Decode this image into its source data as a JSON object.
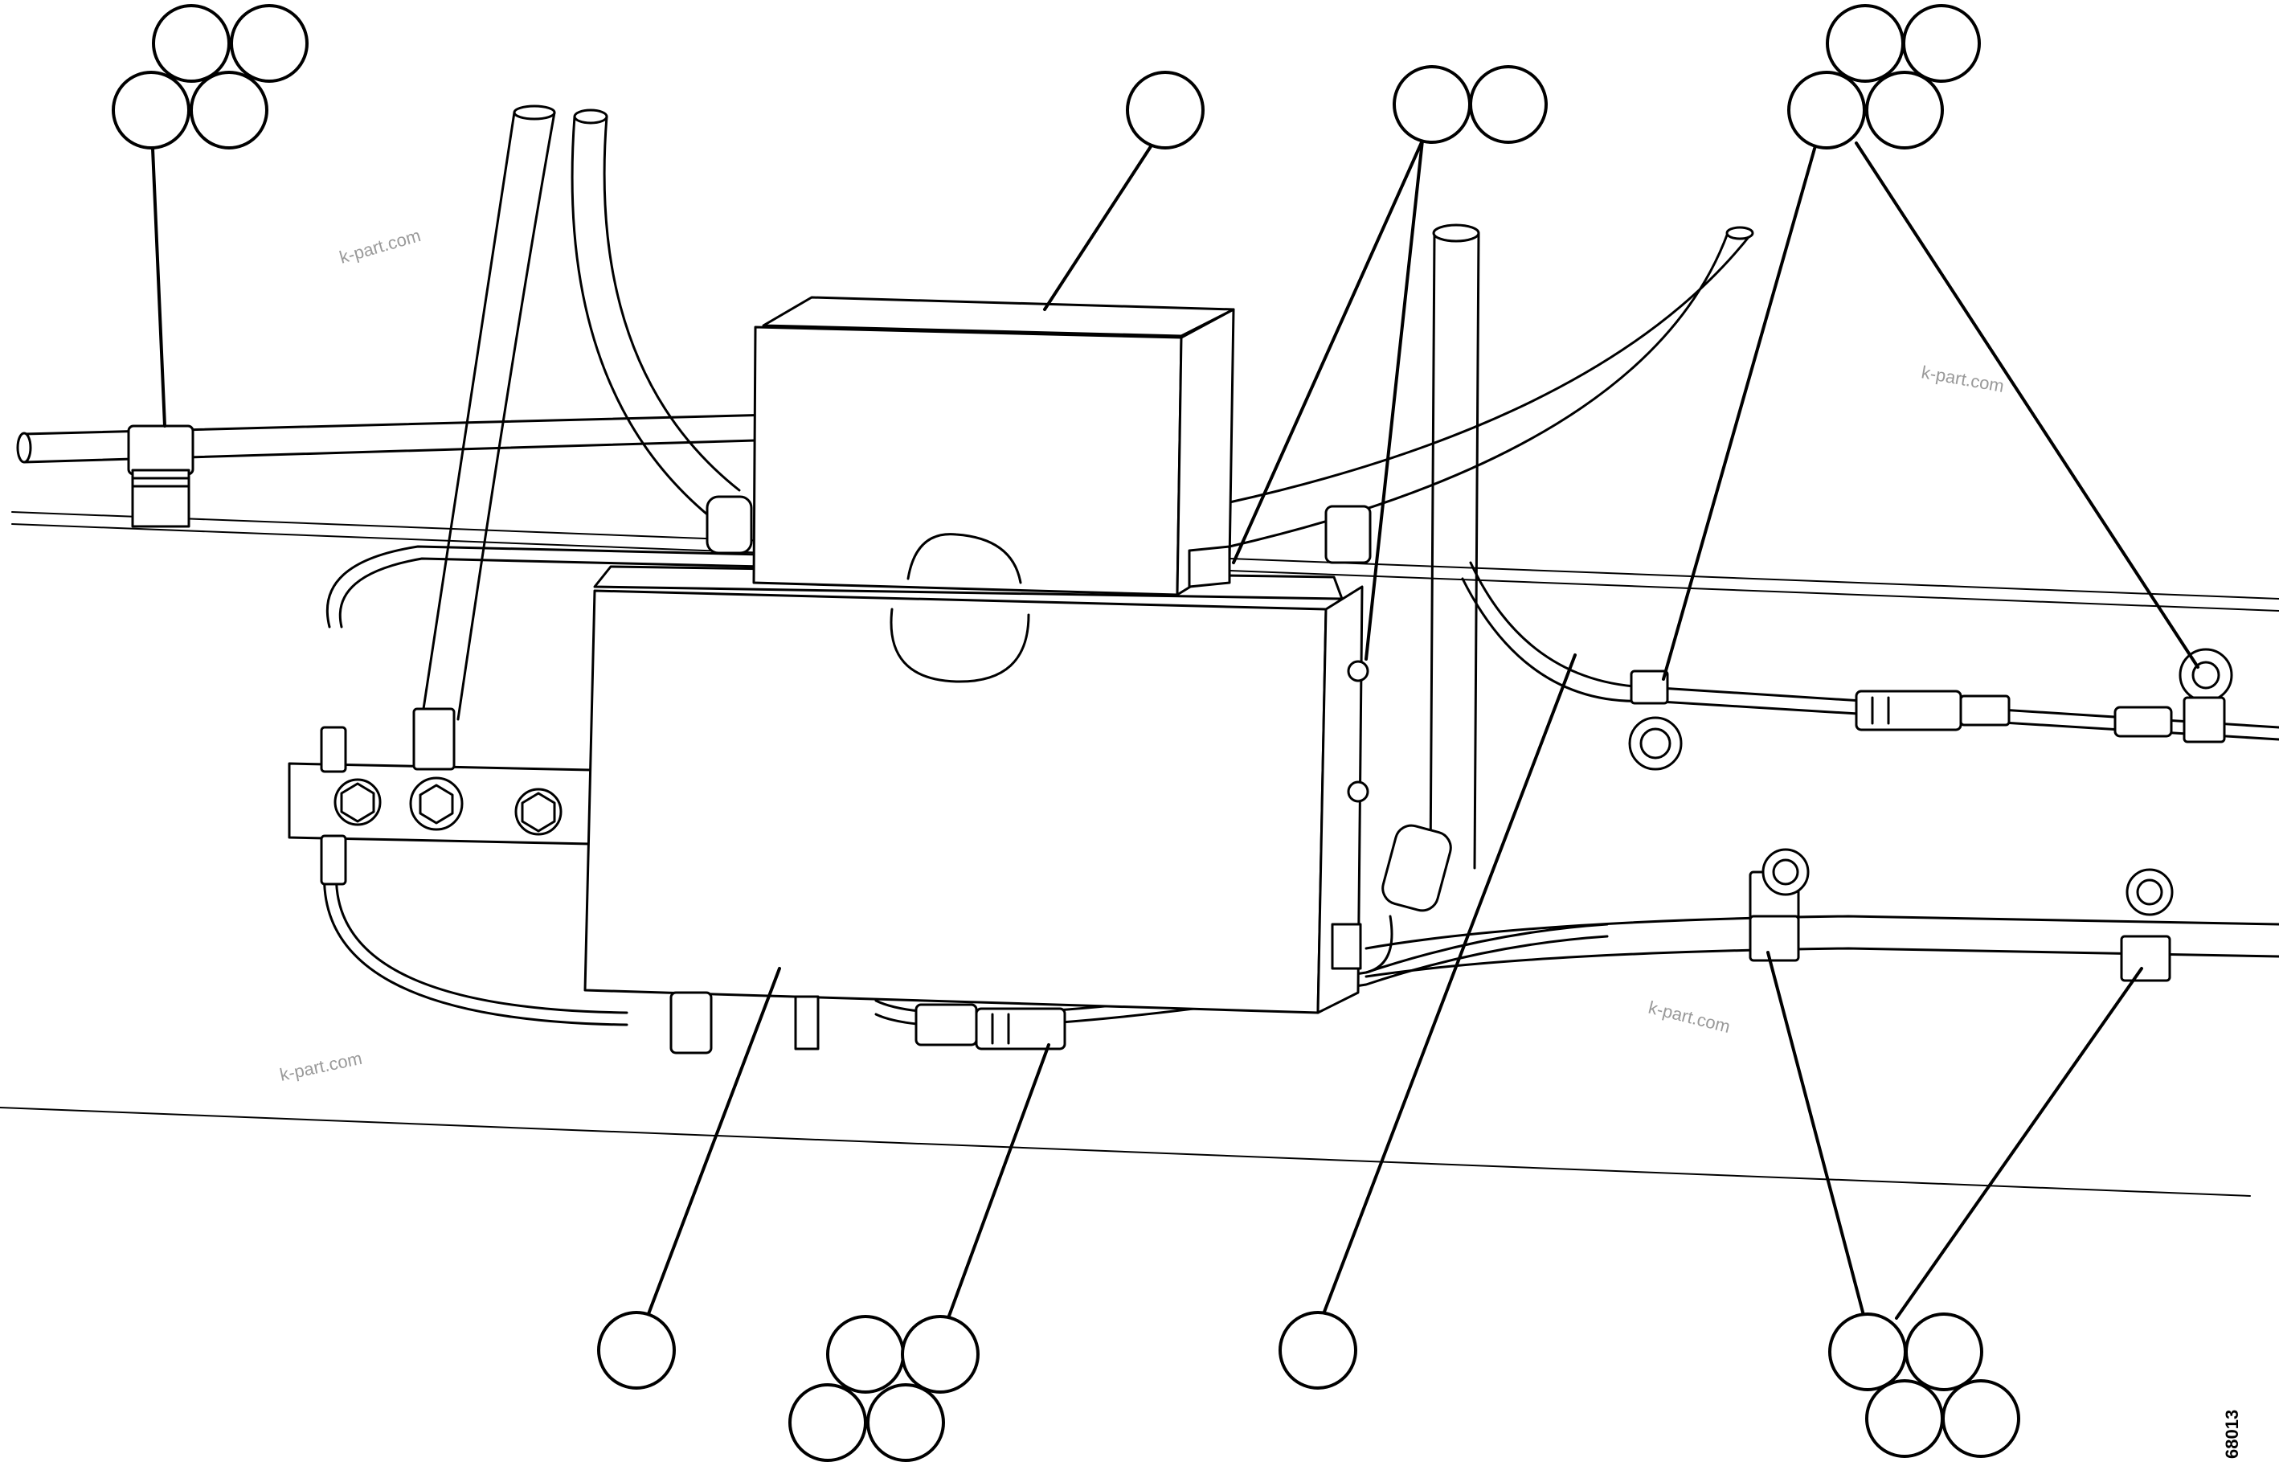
{
  "watermark": "k-part.com",
  "figure_number": "68013",
  "colors": {
    "line": "#000000",
    "background": "#ffffff",
    "watermark": "#9a9a9a"
  },
  "callout_groups": [
    {
      "id": "top-left",
      "circles": 4,
      "labels": []
    },
    {
      "id": "top-cover",
      "circles": 1,
      "labels": []
    },
    {
      "id": "top-mount",
      "circles": 2,
      "labels": []
    },
    {
      "id": "top-right",
      "circles": 4,
      "labels": []
    },
    {
      "id": "bottom-box",
      "circles": 1,
      "labels": []
    },
    {
      "id": "bottom-connector",
      "circles": 4,
      "labels": []
    },
    {
      "id": "bottom-harness",
      "circles": 1,
      "labels": []
    },
    {
      "id": "bottom-right",
      "circles": 4,
      "labels": []
    }
  ]
}
